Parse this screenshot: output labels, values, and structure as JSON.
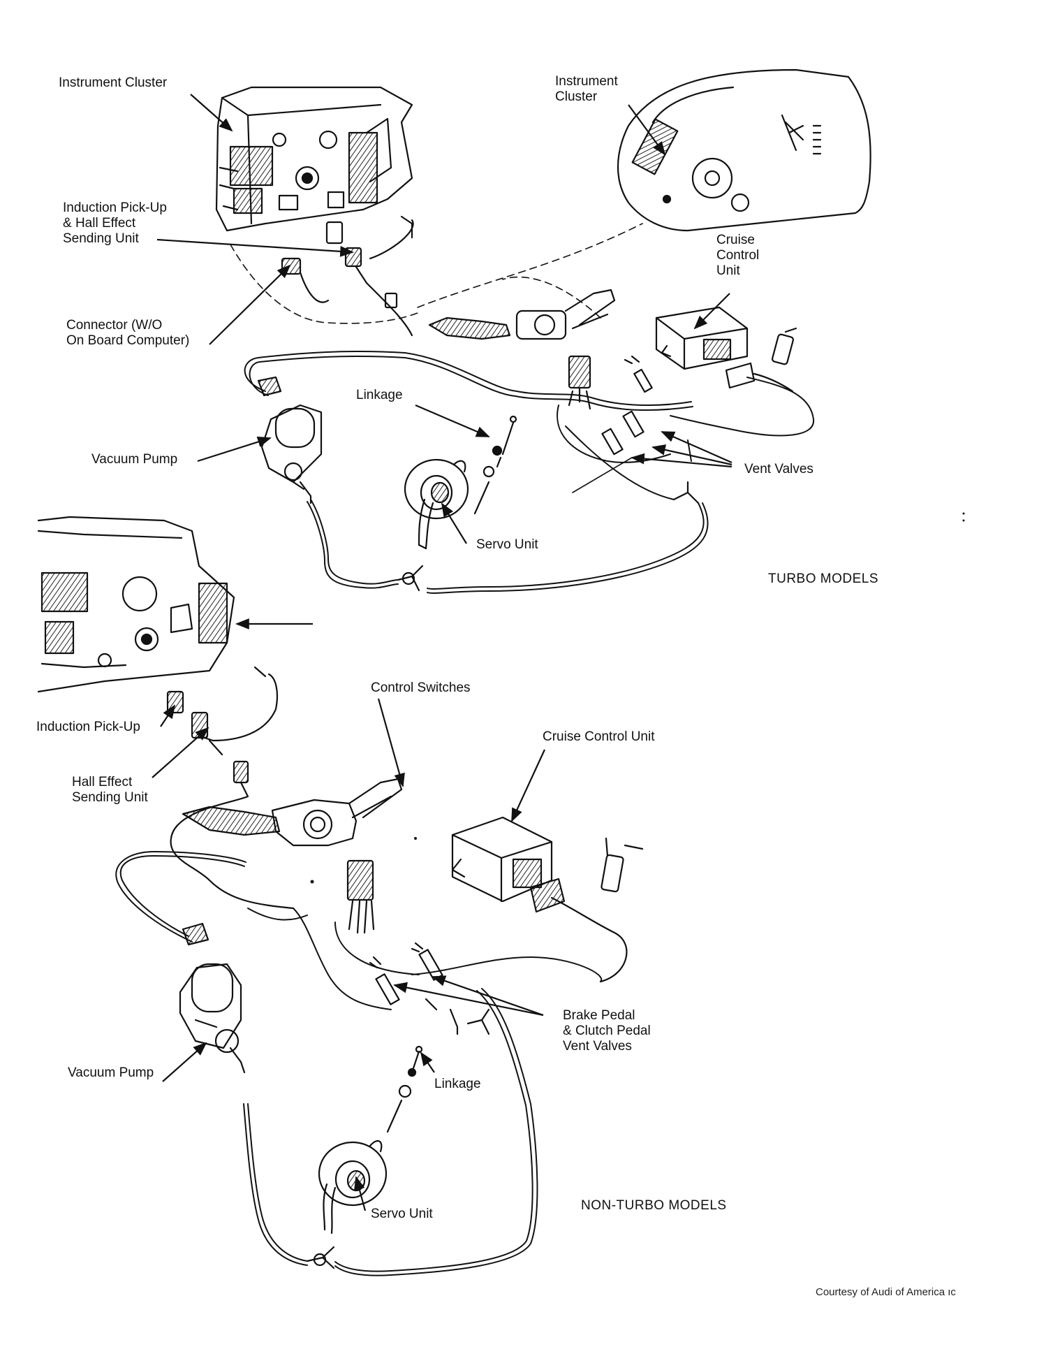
{
  "labels": {
    "instrument_cluster_top_left": "Instrument Cluster",
    "induction_hall_top": "Induction Pick-Up\n& Hall Effect\nSending Unit",
    "connector": "Connector (W/O\nOn Board Computer)",
    "vacuum_pump_top": "Vacuum Pump",
    "linkage_top": "Linkage",
    "servo_unit_top": "Servo Unit",
    "instrument_cluster_top_right": "Instrument\nCluster",
    "cruise_control_unit_top": "Cruise\nControl\nUnit",
    "vent_valves": "Vent Valves",
    "induction_pickup_bottom": "Induction Pick-Up",
    "hall_effect_bottom": "Hall Effect\nSending Unit",
    "control_switches": "Control Switches",
    "cruise_control_unit_bottom": "Cruise Control Unit",
    "brake_clutch_vent_valves": "Brake Pedal\n& Clutch Pedal\nVent Valves",
    "vacuum_pump_bottom": "Vacuum Pump",
    "linkage_bottom": "Linkage",
    "servo_unit_bottom": "Servo Unit"
  },
  "sections": {
    "turbo": "TURBO MODELS",
    "non_turbo": "NON-TURBO MODELS"
  },
  "credit": "Courtesy of Audi of America ıc"
}
